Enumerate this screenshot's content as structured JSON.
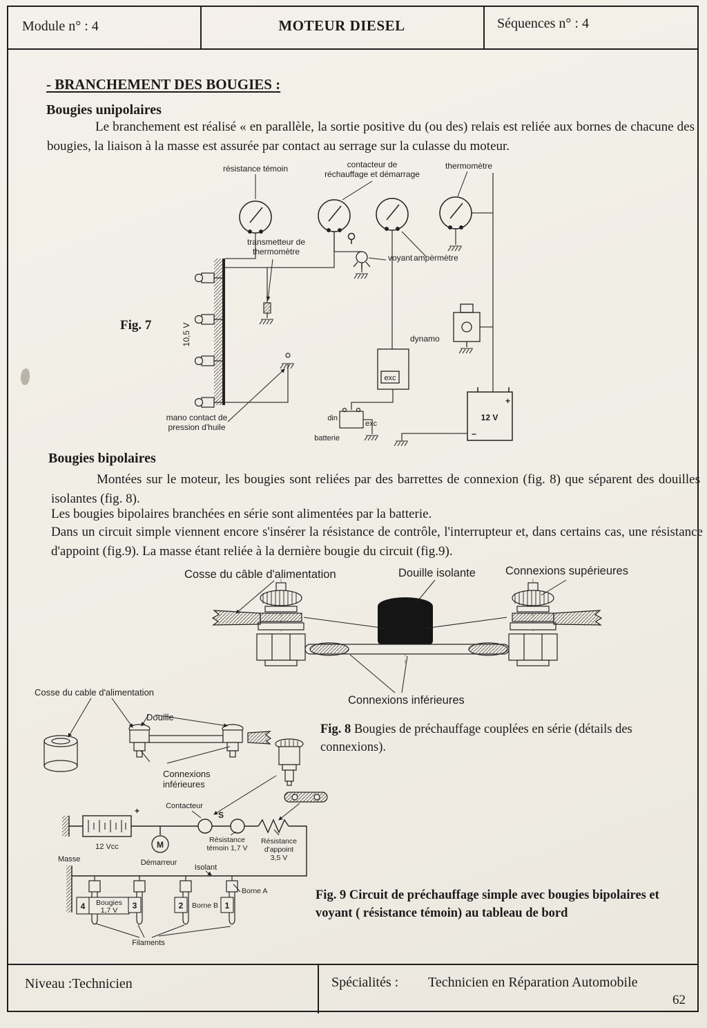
{
  "header": {
    "module": "Module n° : 4",
    "title": "MOTEUR DIESEL",
    "sequence": "Séquences n° : 4"
  },
  "content": {
    "main_title": "- BRANCHEMENT DES BOUGIES :",
    "unipolaires": {
      "heading": "Bougies unipolaires",
      "paragraph": "Le branchement est réalisé « en parallèle, la sortie positive du (ou des) relais est reliée aux bornes de chacune des bougies, la liaison à la masse est assurée par contact au serrage sur la culasse du moteur."
    },
    "fig7": {
      "figure_label": "Fig. 7",
      "labels": {
        "resistance_temoin": "résistance témoin",
        "contacteur_l1": "contacteur de",
        "contacteur_l2": "réchauffage et démarrage",
        "thermometre": "thermomètre",
        "transmetteur_l1": "transmetteur de",
        "transmetteur_l2": "thermomètre",
        "voyant": "voyant",
        "amperemetre": "ampèrmètre",
        "rail_voltage": "10,5 V",
        "dynamo": "dynamo",
        "exc_dynamo": "exc",
        "mano_l1": "mano contact de",
        "mano_l2": "pression d'huile",
        "din": "din",
        "exc_batterie": "exc",
        "batterie": "batterie",
        "v12": "12 V",
        "plus": "+",
        "minus": "−"
      }
    },
    "bipolaires": {
      "heading": "Bougies bipolaires",
      "paragraph1": "Montées sur le moteur, les bougies sont reliées par des barrettes de connexion (fig. 8) que séparent des douilles isolantes (fig. 8).",
      "paragraph2": "Les bougies bipolaires branchées en série sont alimentées par la batterie.",
      "paragraph3": "Dans un circuit simple viennent encore s'insérer la résistance de contrôle, l'interrupteur et, dans certains cas, une résistance d'appoint (fig.9). La masse étant reliée à la dernière bougie du circuit (fig.9)."
    },
    "fig8": {
      "labels": {
        "cosse_cable": "Cosse du câble d'alimentation",
        "douille_isolante": "Douille isolante",
        "connexions_superieures": "Connexions supérieures",
        "connexions_inferieures": "Connexions inférieures",
        "cosse_cable_small": "Cosse du cable d'alimentation",
        "douille": "Douille",
        "connexions_small_l1": "Connexions",
        "connexions_small_l2": "inférieures"
      },
      "caption_label": "Fig. 8",
      "caption_text": " Bougies de préchauffage couplées en série (détails des connexions)."
    },
    "fig9": {
      "labels": {
        "contacteur": "Contacteur",
        "s": "S",
        "v12cc": "12 Vcc",
        "m": "M",
        "demarreur": "Démarreur",
        "res_temoin_l1": "Résistance",
        "res_temoin_l2": "témoin 1,7 V",
        "res_appoint_l1": "Résistance",
        "res_appoint_l2": "d'appoint",
        "res_appoint_l3": "3,5 V",
        "masse": "Masse",
        "isolant": "Isolant",
        "borne_b": "Borne B",
        "borne_a": "Borne A",
        "num4": "4",
        "num3": "3",
        "num2": "2",
        "num1": "1",
        "bougies_l1": "Bougies",
        "bougies_l2": "1,7 V",
        "filaments": "Filaments",
        "plus": "+"
      },
      "caption_label": "Fig. 9",
      "caption_text": " Circuit de préchauffage simple avec bougies bipolaires et voyant ( résistance témoin) au tableau de bord"
    }
  },
  "footer": {
    "niveau": "Niveau :Technicien",
    "specialites_label": "Spécialités :",
    "specialites_value": "Technicien en Réparation Automobile",
    "page_number": "62"
  }
}
